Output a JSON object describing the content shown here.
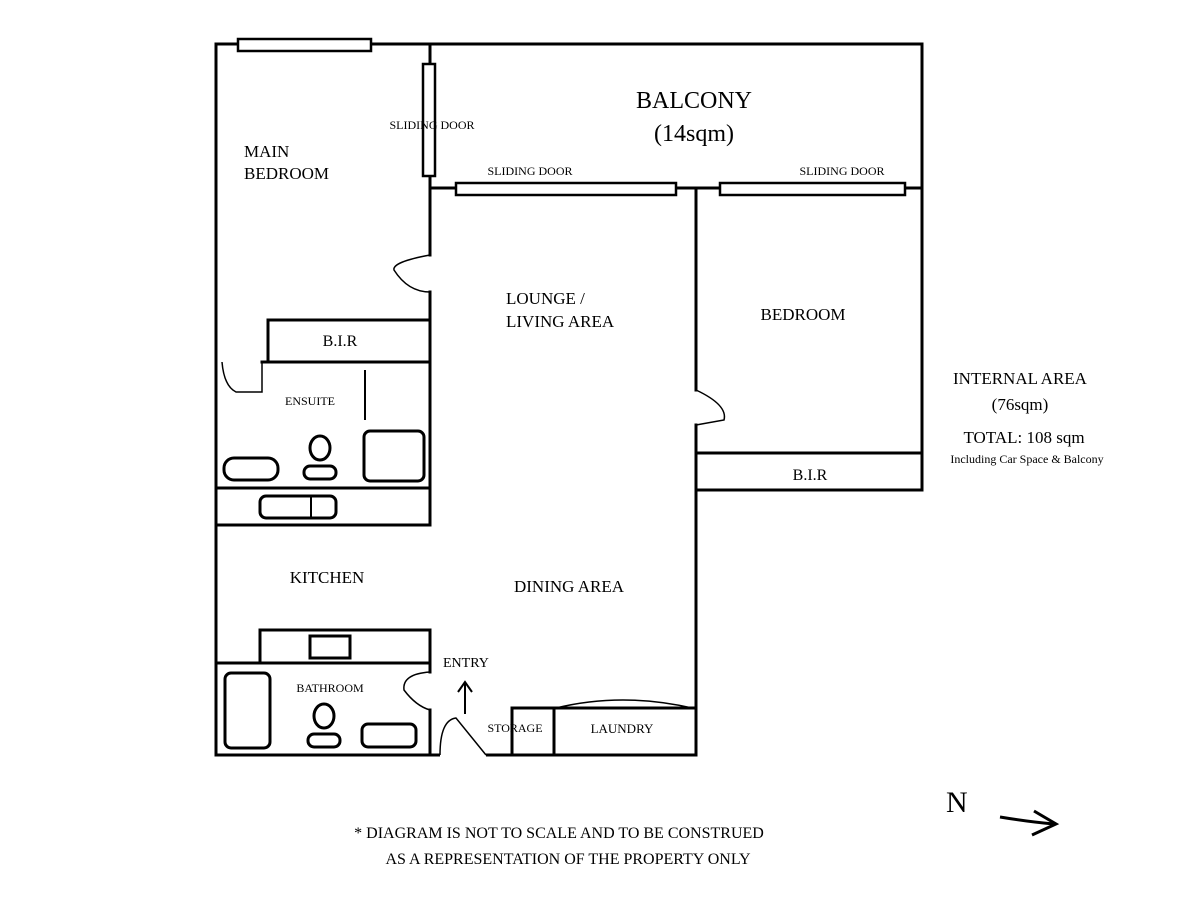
{
  "rooms": {
    "balcony": "BALCONY",
    "balcony_area": "(14sqm)",
    "main_bedroom_1": "MAIN",
    "main_bedroom_2": "BEDROOM",
    "sliding_door_left": "SLIDING DOOR",
    "sliding_door_mid": "SLIDING DOOR",
    "sliding_door_right": "SLIDING DOOR",
    "lounge_1": "LOUNGE /",
    "lounge_2": "LIVING AREA",
    "bedroom": "BEDROOM",
    "bir_main": "B.I.R",
    "bir_bedroom": "B.I.R",
    "ensuite": "ENSUITE",
    "kitchen": "KITCHEN",
    "dining": "DINING AREA",
    "entry": "ENTRY",
    "bathroom": "BATHROOM",
    "storage": "STORAGE",
    "laundry": "LAUNDRY"
  },
  "area": {
    "internal_label": "INTERNAL AREA",
    "internal_value": "(76sqm)",
    "total": "TOTAL: 108 sqm",
    "note": "Including Car Space & Balcony"
  },
  "compass": {
    "label": "N"
  },
  "disclaimer": {
    "line1": "* DIAGRAM IS NOT TO SCALE AND TO BE CONSTRUED",
    "line2": "AS A REPRESENTATION OF THE PROPERTY ONLY"
  }
}
